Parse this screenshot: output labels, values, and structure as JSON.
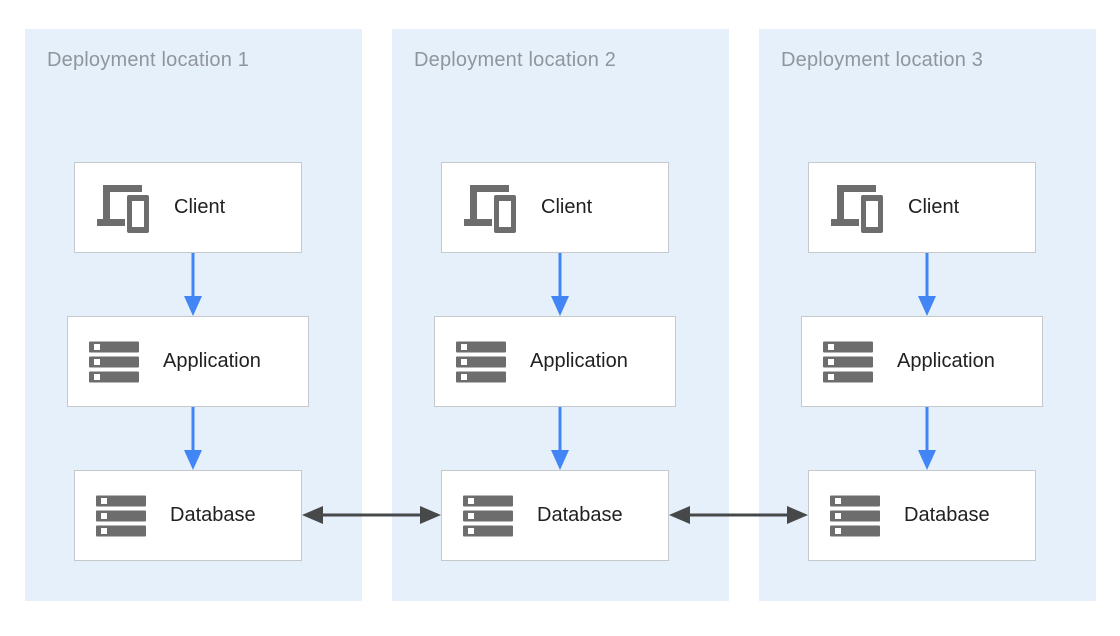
{
  "panels": [
    {
      "title": "Deployment location 1",
      "nodes": [
        {
          "label": "Client",
          "icon": "devices-icon"
        },
        {
          "label": "Application",
          "icon": "server-stack-icon"
        },
        {
          "label": "Database",
          "icon": "server-stack-icon"
        }
      ]
    },
    {
      "title": "Deployment location 2",
      "nodes": [
        {
          "label": "Client",
          "icon": "devices-icon"
        },
        {
          "label": "Application",
          "icon": "server-stack-icon"
        },
        {
          "label": "Database",
          "icon": "server-stack-icon"
        }
      ]
    },
    {
      "title": "Deployment location 3",
      "nodes": [
        {
          "label": "Client",
          "icon": "devices-icon"
        },
        {
          "label": "Application",
          "icon": "server-stack-icon"
        },
        {
          "label": "Database",
          "icon": "server-stack-icon"
        }
      ]
    }
  ],
  "connections": [
    {
      "from": "client-1",
      "to": "application-1",
      "direction": "down",
      "color": "#4285F4"
    },
    {
      "from": "application-1",
      "to": "database-1",
      "direction": "down",
      "color": "#4285F4"
    },
    {
      "from": "client-2",
      "to": "application-2",
      "direction": "down",
      "color": "#4285F4"
    },
    {
      "from": "application-2",
      "to": "database-2",
      "direction": "down",
      "color": "#4285F4"
    },
    {
      "from": "client-3",
      "to": "application-3",
      "direction": "down",
      "color": "#4285F4"
    },
    {
      "from": "application-3",
      "to": "database-3",
      "direction": "down",
      "color": "#4285F4"
    },
    {
      "from": "database-1",
      "to": "database-2",
      "direction": "bidirectional",
      "color": "#47484A"
    },
    {
      "from": "database-2",
      "to": "database-3",
      "direction": "bidirectional",
      "color": "#47484A"
    }
  ],
  "colors": {
    "page_bg": "#FFFFFF",
    "zone_bg": "#E6F0FB",
    "box_bg": "#FFFFFF",
    "box_border": "#C6C9CC",
    "zone_title_text": "#8F959B",
    "node_label_text": "#212121",
    "icon_gray": "#6D6D6D",
    "arrow_blue": "#4285F4",
    "arrow_dark": "#47484A"
  }
}
